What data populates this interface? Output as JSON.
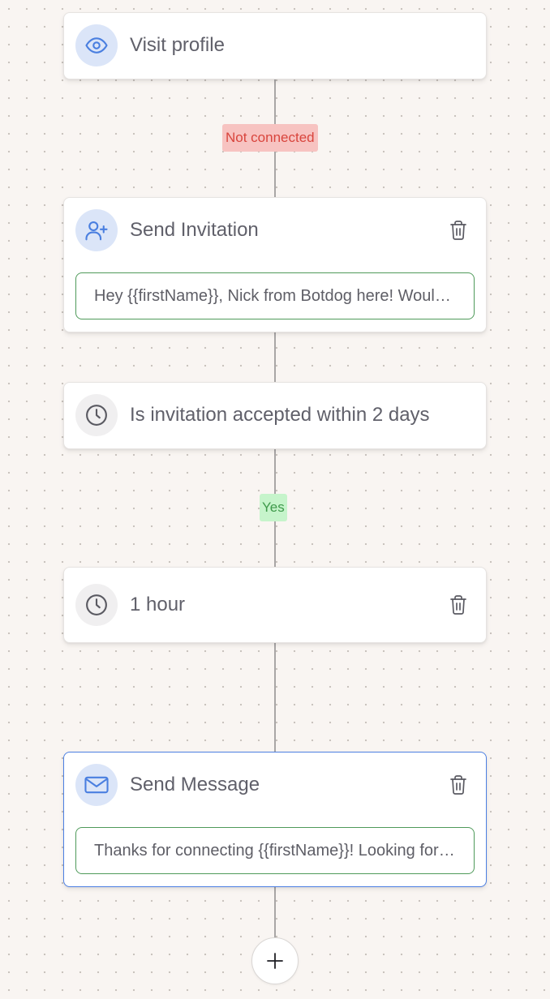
{
  "flow": {
    "visit_profile": {
      "title": "Visit profile",
      "icon": "eye-icon"
    },
    "branch_not_connected": {
      "label": "Not connected",
      "color": "#d9453d",
      "background": "#f7c3c1"
    },
    "send_invitation": {
      "title": "Send Invitation",
      "icon": "user-plus-icon",
      "message_preview": "Hey {{firstName}}, Nick from Botdog here! Would love to connect",
      "delete_icon": "trash-icon"
    },
    "invitation_check": {
      "title": "Is invitation accepted within 2 days",
      "icon": "clock-icon"
    },
    "branch_yes": {
      "label": "Yes",
      "color": "#3f9a4b",
      "background": "#c6f4cb"
    },
    "delay": {
      "title": "1 hour",
      "icon": "clock-icon",
      "delete_icon": "trash-icon"
    },
    "send_message": {
      "title": "Send Message",
      "icon": "envelope-icon",
      "message_preview": "Thanks for connecting {{firstName}}!  Looking forward to chatting",
      "delete_icon": "trash-icon",
      "selected": true
    },
    "add_step": {
      "icon": "plus-icon"
    }
  },
  "colors": {
    "accent_blue": "#4d80e3",
    "preview_border_green": "#4f9a5a",
    "background": "#f9f5f2"
  }
}
